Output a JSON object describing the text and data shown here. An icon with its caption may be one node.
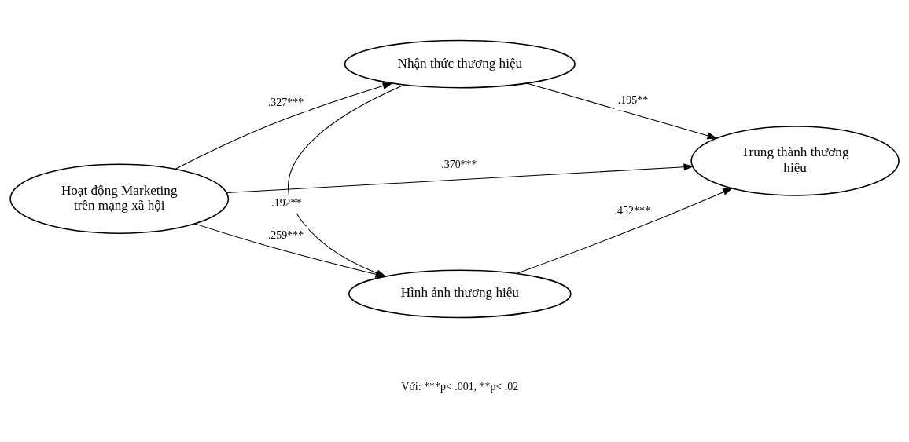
{
  "diagram": {
    "nodes": [
      {
        "text": [
          "Nhận thức thương hiệu"
        ]
      },
      {
        "text": [
          "Hoạt động Marketing trên mạng xã hội"
        ]
      },
      {
        "text": [
          "Trung thành thương hiệu"
        ]
      },
      {
        "text": [
          "Hình ảnh thương hiệu"
        ]
      }
    ],
    "edges": [
      {
        "from": 1,
        "to": 0,
        "arrow": "to",
        "label": ".327***"
      },
      {
        "from": 0,
        "to": 2,
        "arrow": "to",
        "label": ".195**"
      },
      {
        "from": 0,
        "to": 3,
        "arrow": "to",
        "label": ".192**"
      },
      {
        "from": 1,
        "to": 2,
        "arrow": "to",
        "label": ".370***"
      },
      {
        "from": 1,
        "to": 3,
        "arrow": "to",
        "label": ".259***"
      },
      {
        "from": 3,
        "to": 2,
        "arrow": "to",
        "label": ".452***"
      }
    ],
    "labels": [
      "Với: ***p< .001, **p< .02"
    ]
  }
}
